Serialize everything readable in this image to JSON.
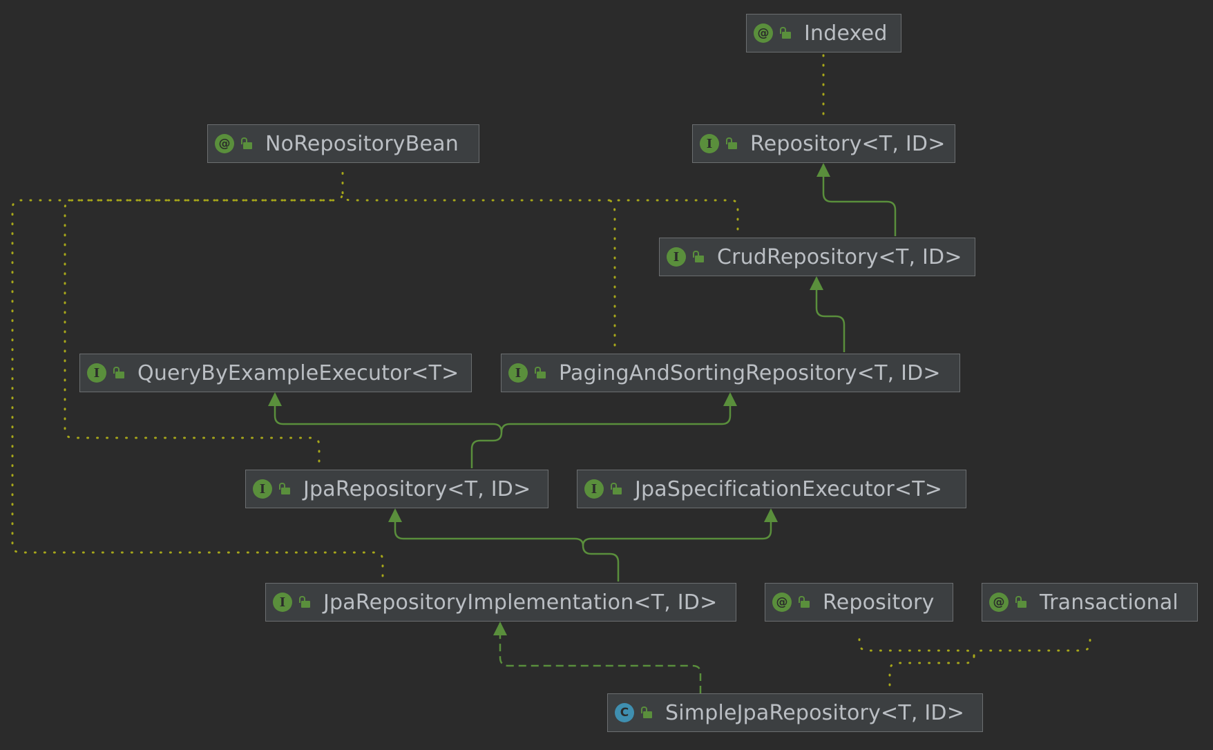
{
  "colors": {
    "background": "#2b2b2b",
    "node_fill": "#3c3f41",
    "node_border": "#6c6f71",
    "text": "#bbbfc4",
    "extends_edge": "#5a8f3c",
    "annotation_edge": "#a7a71a",
    "interface_icon": "#5a8f3c",
    "class_icon": "#3f8fb0"
  },
  "nodes": [
    {
      "id": "indexed",
      "name": "Indexed",
      "kind": "annotation",
      "kind_glyph": "@",
      "visibility_icon": "lock-icon"
    },
    {
      "id": "no-repository-bean",
      "name": "NoRepositoryBean",
      "kind": "annotation",
      "kind_glyph": "@",
      "visibility_icon": "lock-icon"
    },
    {
      "id": "repository-generic",
      "name": "Repository<T, ID>",
      "kind": "interface",
      "kind_glyph": "I",
      "visibility_icon": "lock-icon"
    },
    {
      "id": "crud-repository",
      "name": "CrudRepository<T, ID>",
      "kind": "interface",
      "kind_glyph": "I",
      "visibility_icon": "lock-icon"
    },
    {
      "id": "query-by-example-executor",
      "name": "QueryByExampleExecutor<T>",
      "kind": "interface",
      "kind_glyph": "I",
      "visibility_icon": "lock-icon"
    },
    {
      "id": "paging-and-sorting-repository",
      "name": "PagingAndSortingRepository<T, ID>",
      "kind": "interface",
      "kind_glyph": "I",
      "visibility_icon": "lock-icon"
    },
    {
      "id": "jpa-repository",
      "name": "JpaRepository<T, ID>",
      "kind": "interface",
      "kind_glyph": "I",
      "visibility_icon": "lock-icon"
    },
    {
      "id": "jpa-specification-executor",
      "name": "JpaSpecificationExecutor<T>",
      "kind": "interface",
      "kind_glyph": "I",
      "visibility_icon": "lock-icon"
    },
    {
      "id": "jpa-repository-implementation",
      "name": "JpaRepositoryImplementation<T, ID>",
      "kind": "interface",
      "kind_glyph": "I",
      "visibility_icon": "lock-icon"
    },
    {
      "id": "repository-annotation",
      "name": "Repository",
      "kind": "annotation",
      "kind_glyph": "@",
      "visibility_icon": "lock-icon"
    },
    {
      "id": "transactional",
      "name": "Transactional",
      "kind": "annotation",
      "kind_glyph": "@",
      "visibility_icon": "lock-icon"
    },
    {
      "id": "simple-jpa-repository",
      "name": "SimpleJpaRepository<T, ID>",
      "kind": "class",
      "kind_glyph": "C",
      "visibility_icon": "lock-icon"
    }
  ],
  "edges": [
    {
      "from": "repository-generic",
      "to": "indexed",
      "type": "annotated-by"
    },
    {
      "from": "crud-repository",
      "to": "repository-generic",
      "type": "extends"
    },
    {
      "from": "paging-and-sorting-repository",
      "to": "crud-repository",
      "type": "extends"
    },
    {
      "from": "jpa-repository",
      "to": "query-by-example-executor",
      "type": "extends"
    },
    {
      "from": "jpa-repository",
      "to": "paging-and-sorting-repository",
      "type": "extends"
    },
    {
      "from": "jpa-repository-implementation",
      "to": "jpa-repository",
      "type": "extends"
    },
    {
      "from": "jpa-repository-implementation",
      "to": "jpa-specification-executor",
      "type": "extends"
    },
    {
      "from": "simple-jpa-repository",
      "to": "jpa-repository-implementation",
      "type": "implements"
    },
    {
      "from": "crud-repository",
      "to": "no-repository-bean",
      "type": "annotated-by"
    },
    {
      "from": "paging-and-sorting-repository",
      "to": "no-repository-bean",
      "type": "annotated-by"
    },
    {
      "from": "jpa-repository",
      "to": "no-repository-bean",
      "type": "annotated-by"
    },
    {
      "from": "jpa-repository-implementation",
      "to": "no-repository-bean",
      "type": "annotated-by"
    },
    {
      "from": "simple-jpa-repository",
      "to": "repository-annotation",
      "type": "annotated-by"
    },
    {
      "from": "simple-jpa-repository",
      "to": "transactional",
      "type": "annotated-by"
    }
  ]
}
